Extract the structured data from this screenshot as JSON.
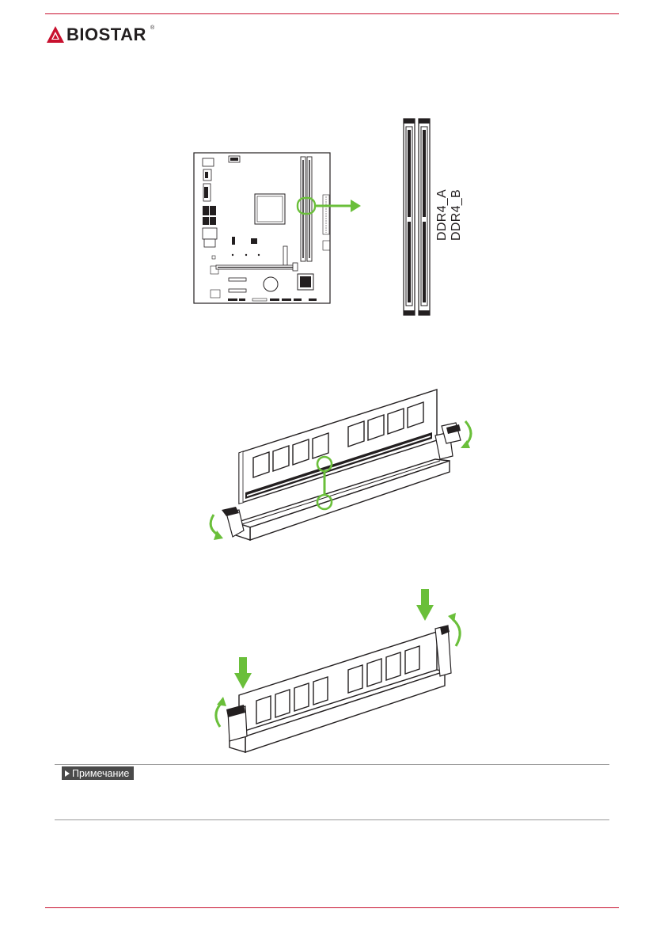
{
  "header": {
    "brand": "BIOSTAR",
    "registered_mark": "®"
  },
  "slots": {
    "label_a": "DDR4_A",
    "label_b": "DDR4_B"
  },
  "note": {
    "badge_label": "Примечание"
  },
  "colors": {
    "brand_red": "#c8102e",
    "highlight_green": "#6abf3a",
    "line_dark": "#231f20"
  }
}
